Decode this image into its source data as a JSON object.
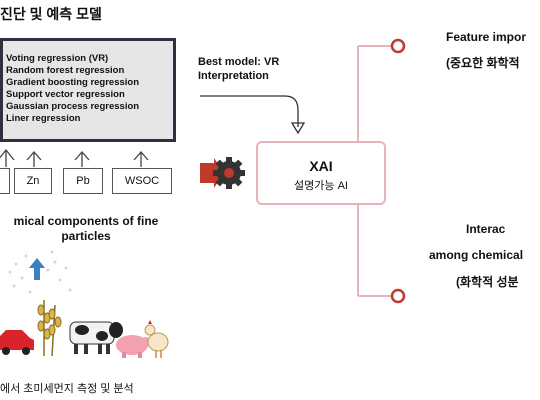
{
  "title": "진단 및 예측 모델",
  "models": [
    "Voting regression (VR)",
    "Random forest regression",
    "Gradient boosting regression",
    "Support vector regression",
    "Gaussian process regression",
    "Liner regression"
  ],
  "components": [
    "Zn",
    "Pb",
    "WSOC"
  ],
  "components_caption_line1": "mical components of fine",
  "components_caption_line2": "particles",
  "best_model_line1": "Best model: VR",
  "best_model_line2": "Interpretation",
  "xai_title": "XAI",
  "xai_subtitle": "설명가능 AI",
  "feature_importance_line1": "Feature impor",
  "feature_importance_line2": "(중요한 화학적",
  "interaction_line1": "Interac",
  "interaction_line2": "among chemical",
  "interaction_line3": "(화학적 성분",
  "bottom_caption": "에서 초미세먼지 측정 및 분석",
  "colors": {
    "accent_red": "#c0392b",
    "dark_frame": "#2f3142",
    "light_gray": "#e6e6e6",
    "pink_border": "#e8b4b8",
    "blue_arrow": "#3d7fc4"
  },
  "icons": [
    "gear-icon",
    "car-icon",
    "wheat-icon",
    "cow-icon",
    "pig-icon",
    "chicken-icon",
    "emission-arrow-icon"
  ]
}
